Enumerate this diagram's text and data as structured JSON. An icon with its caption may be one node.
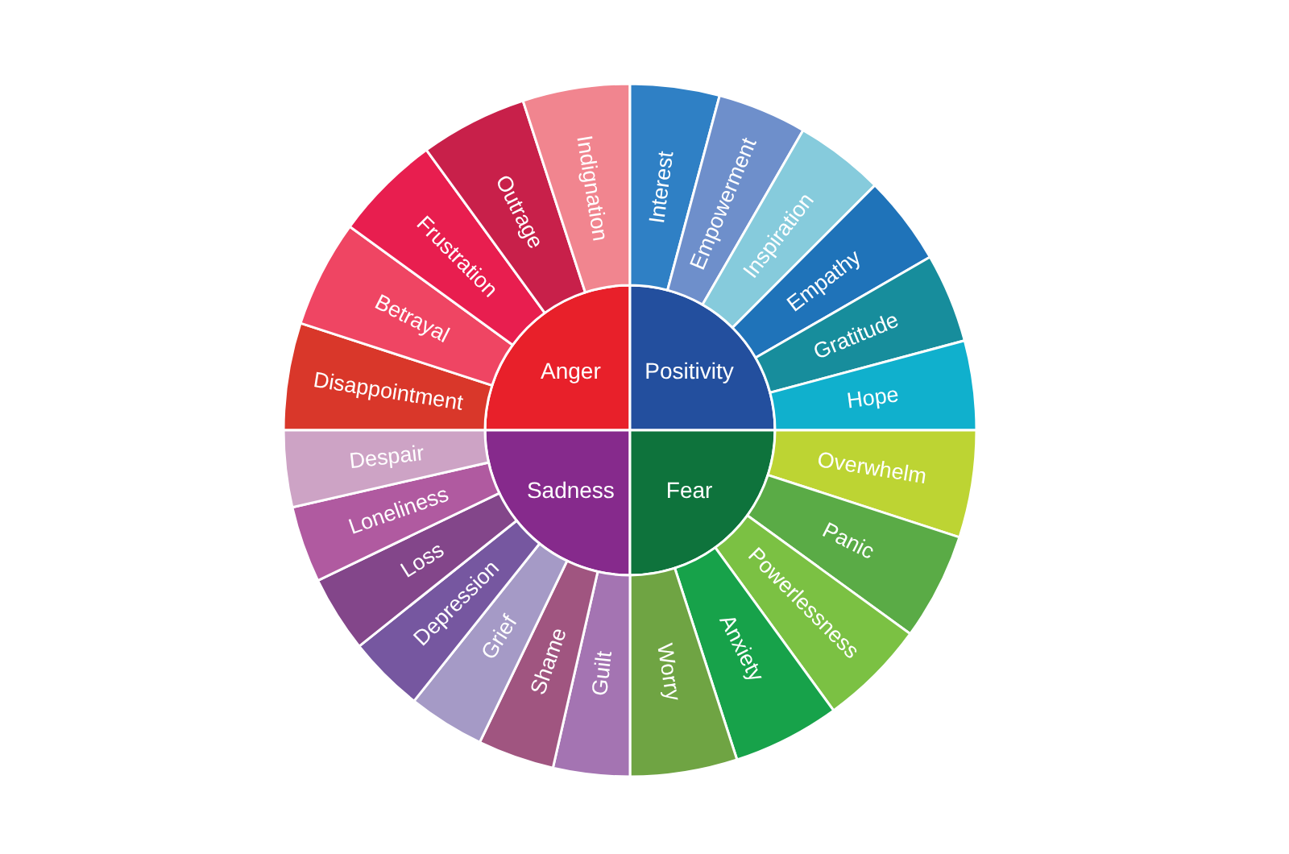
{
  "diagram": {
    "nodes": [
      {
        "text": [
          "Anger"
        ]
      },
      {
        "text": [
          "Positivity"
        ]
      },
      {
        "text": [
          "Sadness"
        ]
      },
      {
        "text": [
          "Fear"
        ]
      },
      {
        "text": [
          "Disappointment"
        ]
      },
      {
        "text": [
          "Betrayal"
        ]
      },
      {
        "text": [
          "Frustration"
        ]
      },
      {
        "text": [
          "Outrage"
        ]
      },
      {
        "text": [
          "Indignation"
        ]
      },
      {
        "text": [
          "Interest"
        ]
      },
      {
        "text": [
          "Empowerment"
        ]
      },
      {
        "text": [
          "Inspiration"
        ]
      },
      {
        "text": [
          "Empathy"
        ]
      },
      {
        "text": [
          "Gratitude"
        ]
      },
      {
        "text": [
          "Hope"
        ]
      },
      {
        "text": [
          "Overwhelm"
        ]
      },
      {
        "text": [
          "Panic"
        ]
      },
      {
        "text": [
          "Powerlessness"
        ]
      },
      {
        "text": [
          "Anxiety"
        ]
      },
      {
        "text": [
          "Worry"
        ]
      },
      {
        "text": [
          "Guilt"
        ]
      },
      {
        "text": [
          "Shame"
        ]
      },
      {
        "text": [
          "Grief"
        ]
      },
      {
        "text": [
          "Depression"
        ]
      },
      {
        "text": [
          "Loss"
        ]
      },
      {
        "text": [
          "Loneliness"
        ]
      },
      {
        "text": [
          "Despair"
        ]
      }
    ]
  }
}
